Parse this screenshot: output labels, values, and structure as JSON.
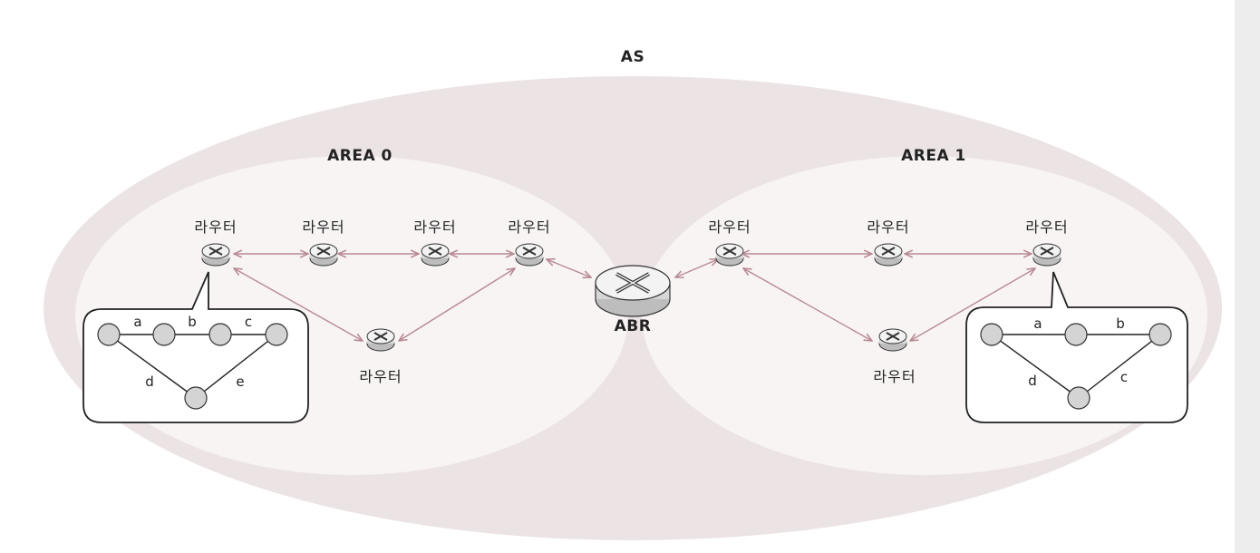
{
  "as_label": "AS",
  "areas": [
    {
      "name": "AREA 0"
    },
    {
      "name": "AREA 1"
    }
  ],
  "router_label": "라우터",
  "abr_label": "ABR",
  "colors": {
    "as_fill": "#ece3e4",
    "area_fill": "#f8f4f4",
    "link": "#b88a93",
    "node": "#d4d4d4",
    "outline": "#222222"
  },
  "area0_graph": {
    "edges": [
      "a",
      "b",
      "c",
      "d",
      "e"
    ]
  },
  "area1_graph": {
    "edges": [
      "a",
      "b",
      "c",
      "d"
    ]
  }
}
